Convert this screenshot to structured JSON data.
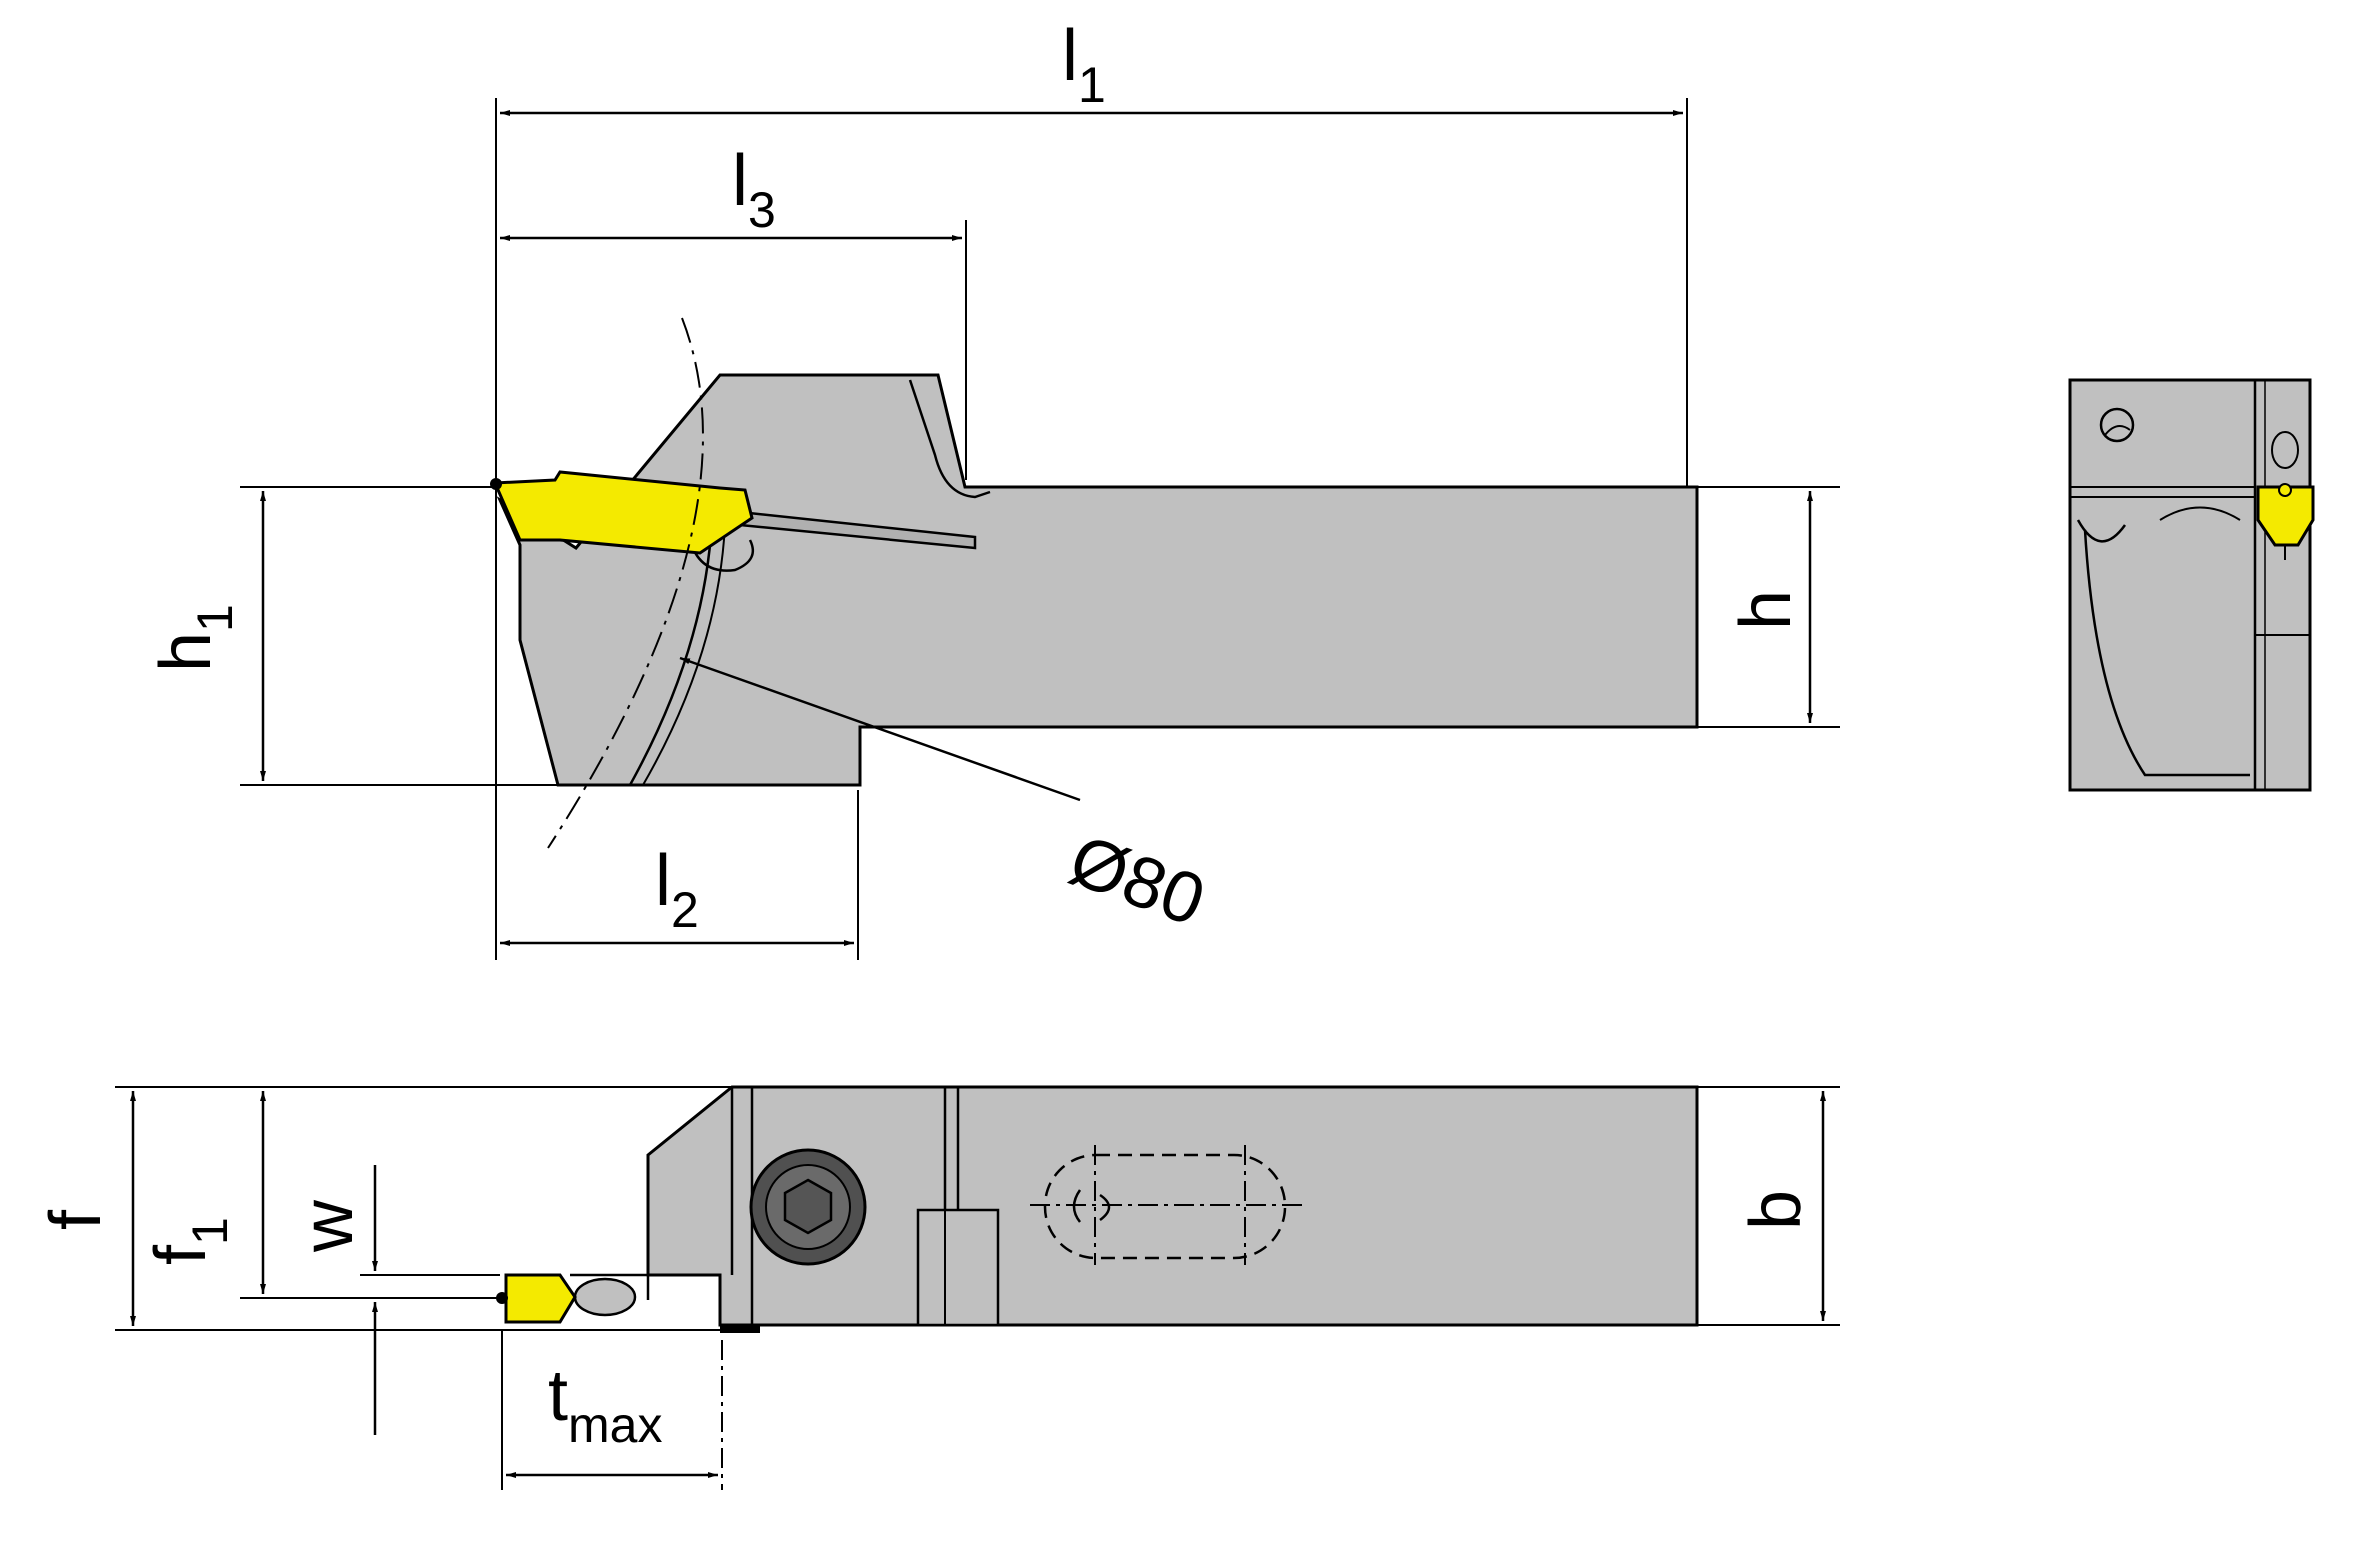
{
  "labels": {
    "l1": {
      "main": "l",
      "sub": "1"
    },
    "l2": {
      "main": "l",
      "sub": "2"
    },
    "l3": {
      "main": "l",
      "sub": "3"
    },
    "h1": {
      "main": "h",
      "sub": "1"
    },
    "h": "h",
    "diameter": "Ø80",
    "f": "f",
    "f1": {
      "main": "f",
      "sub": "1"
    },
    "w": "w",
    "b": "b",
    "tmax": {
      "main": "t",
      "sub": "max"
    }
  },
  "colors": {
    "body": "#c0c0c0",
    "insert": "#f4ea00",
    "line": "#000000",
    "background": "#ffffff"
  }
}
